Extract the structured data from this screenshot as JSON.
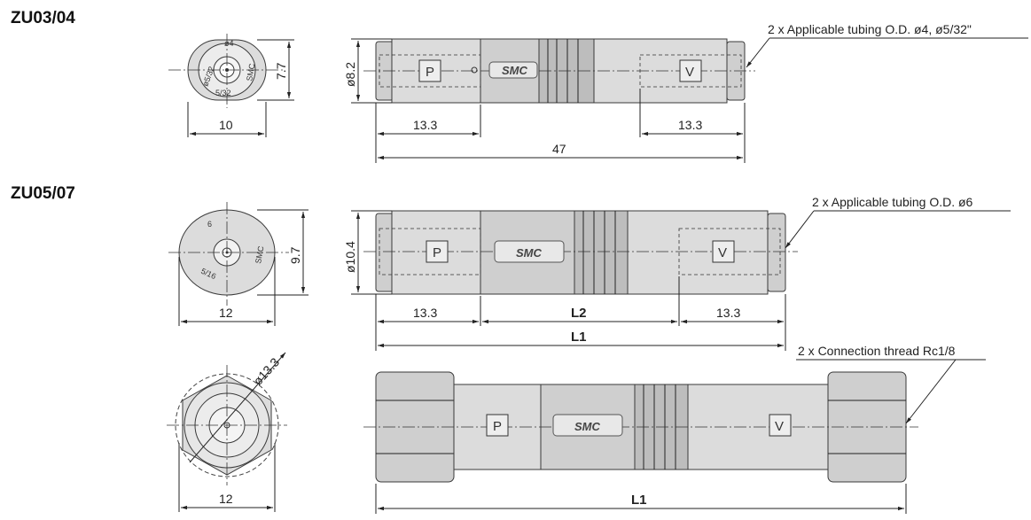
{
  "sections": {
    "zu0304": {
      "title": "ZU03/04",
      "end_view": {
        "height_dim": "7.7",
        "width_dim": "10",
        "label_top": "ø4",
        "label_bottom": "5/32",
        "label_left": "ø5/32",
        "logo_small": "SMC"
      },
      "side_view": {
        "diameter_dim": "ø8.2",
        "left_dim": "13.3",
        "right_dim": "13.3",
        "overall_dim": "47",
        "port_p": "P",
        "port_v": "V",
        "logo": "SMC",
        "note": "2 x Applicable tubing O.D. ø4, ø5/32\""
      }
    },
    "zu0507": {
      "title": "ZU05/07",
      "end_view": {
        "height_dim": "9.7",
        "width_dim": "12",
        "label_top": "6",
        "label_bottom": "5/16",
        "logo_small": "SMC"
      },
      "side_view": {
        "diameter_dim": "ø10.4",
        "left_dim": "13.3",
        "mid_dim": "L2",
        "right_dim": "13.3",
        "overall_dim": "L1",
        "port_p": "P",
        "port_v": "V",
        "logo": "SMC",
        "note": "2 x Applicable tubing O.D. ø6"
      },
      "threaded_end_view": {
        "diameter_dim": "ø13.3",
        "width_dim": "12"
      },
      "threaded_side_view": {
        "overall_dim": "L1",
        "port_p": "P",
        "port_v": "V",
        "logo": "SMC",
        "note": "2 x Connection thread Rc1/8"
      }
    }
  }
}
